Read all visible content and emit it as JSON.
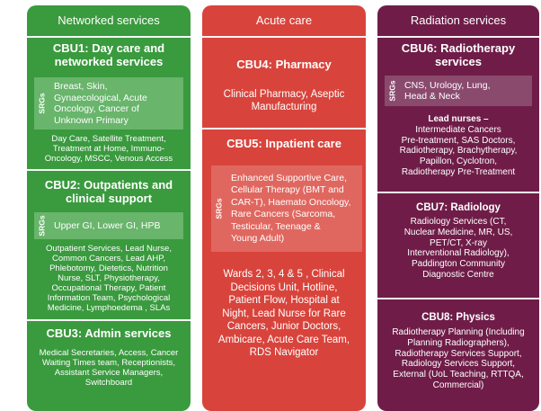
{
  "srg_label": "SRGs",
  "columns": {
    "networked": {
      "header": "Networked services",
      "cbu1": {
        "title_1": "CBU1: Day care and",
        "title_2": "networked services",
        "srgs": [
          "Breast, Skin,",
          "Gynaecological, Acute",
          "Oncology, Cancer of",
          "Unknown Primary"
        ],
        "services": [
          "Day Care, Satellite Treatment,",
          "Treatment at Home, Immuno-",
          "Oncology, MSCC, Venous Access"
        ]
      },
      "cbu2": {
        "title_1": "CBU2: Outpatients and",
        "title_2": "clinical support",
        "srgs": [
          "Upper GI, Lower GI, HPB"
        ],
        "services": [
          "Outpatient Services, Lead Nurse,",
          "Common Cancers, Lead AHP,",
          "Phlebotomy, Dietetics, Nutrition",
          "Nurse, SLT, Physiotherapy,",
          "Occupational Therapy, Patient",
          "Information Team, Psychological",
          "Medicine, Lymphoedema , SLAs"
        ]
      },
      "cbu3": {
        "title": "CBU3: Admin services",
        "services": [
          "Medical Secretaries, Access, Cancer",
          "Waiting Times team, Receptionists,",
          "Assistant Service Managers,",
          "Switchboard"
        ]
      }
    },
    "acute": {
      "header": "Acute care",
      "cbu4": {
        "title": "CBU4: Pharmacy",
        "services": [
          "Clinical Pharmacy, Aseptic",
          "Manufacturing"
        ]
      },
      "cbu5": {
        "title": "CBU5: Inpatient care",
        "srgs": [
          "Enhanced Supportive Care,",
          "Cellular Therapy (BMT and",
          "CAR-T), Haemato Oncology,",
          "Rare Cancers (Sarcoma,",
          "Testicular, Teenage &",
          "Young Adult)"
        ],
        "services": [
          "Wards 2, 3, 4 & 5 , Clinical",
          "Decisions Unit, Hotline,",
          "Patient Flow, Hospital at",
          "Night, Lead Nurse for Rare",
          "Cancers, Junior Doctors,",
          "Ambicare, Acute Care Team,",
          "RDS Navigator"
        ]
      }
    },
    "radiation": {
      "header": "Radiation services",
      "cbu6": {
        "title_1": "CBU6: Radiotherapy",
        "title_2": "services",
        "srgs": [
          "CNS, Urology, Lung,",
          "Head & Neck"
        ],
        "services": [
          "Lead nurses –",
          "Intermediate Cancers",
          "Pre-treatment, SAS Doctors,",
          "Radiotherapy, Brachytherapy,",
          "Papillon, Cyclotron,",
          "Radiotherapy Pre-Treatment"
        ]
      },
      "cbu7": {
        "title": "CBU7: Radiology",
        "services": [
          "Radiology Services (CT,",
          "Nuclear Medicine, MR, US,",
          "PET/CT, X-ray",
          "Interventional Radiology),",
          "Paddington Community",
          "Diagnostic Centre"
        ]
      },
      "cbu8": {
        "title": "CBU8: Physics",
        "services": [
          "Radiotherapy Planning (Including",
          "Planning Radiographers),",
          "Radiotherapy Services Support,",
          "Radiology Services Support,",
          "External (UoL Teaching, RTTQA,",
          "Commercial)"
        ]
      }
    }
  },
  "colors": {
    "green": "#3a9a3e",
    "red": "#d8443c",
    "purple": "#6f1d48",
    "white": "#ffffff"
  }
}
